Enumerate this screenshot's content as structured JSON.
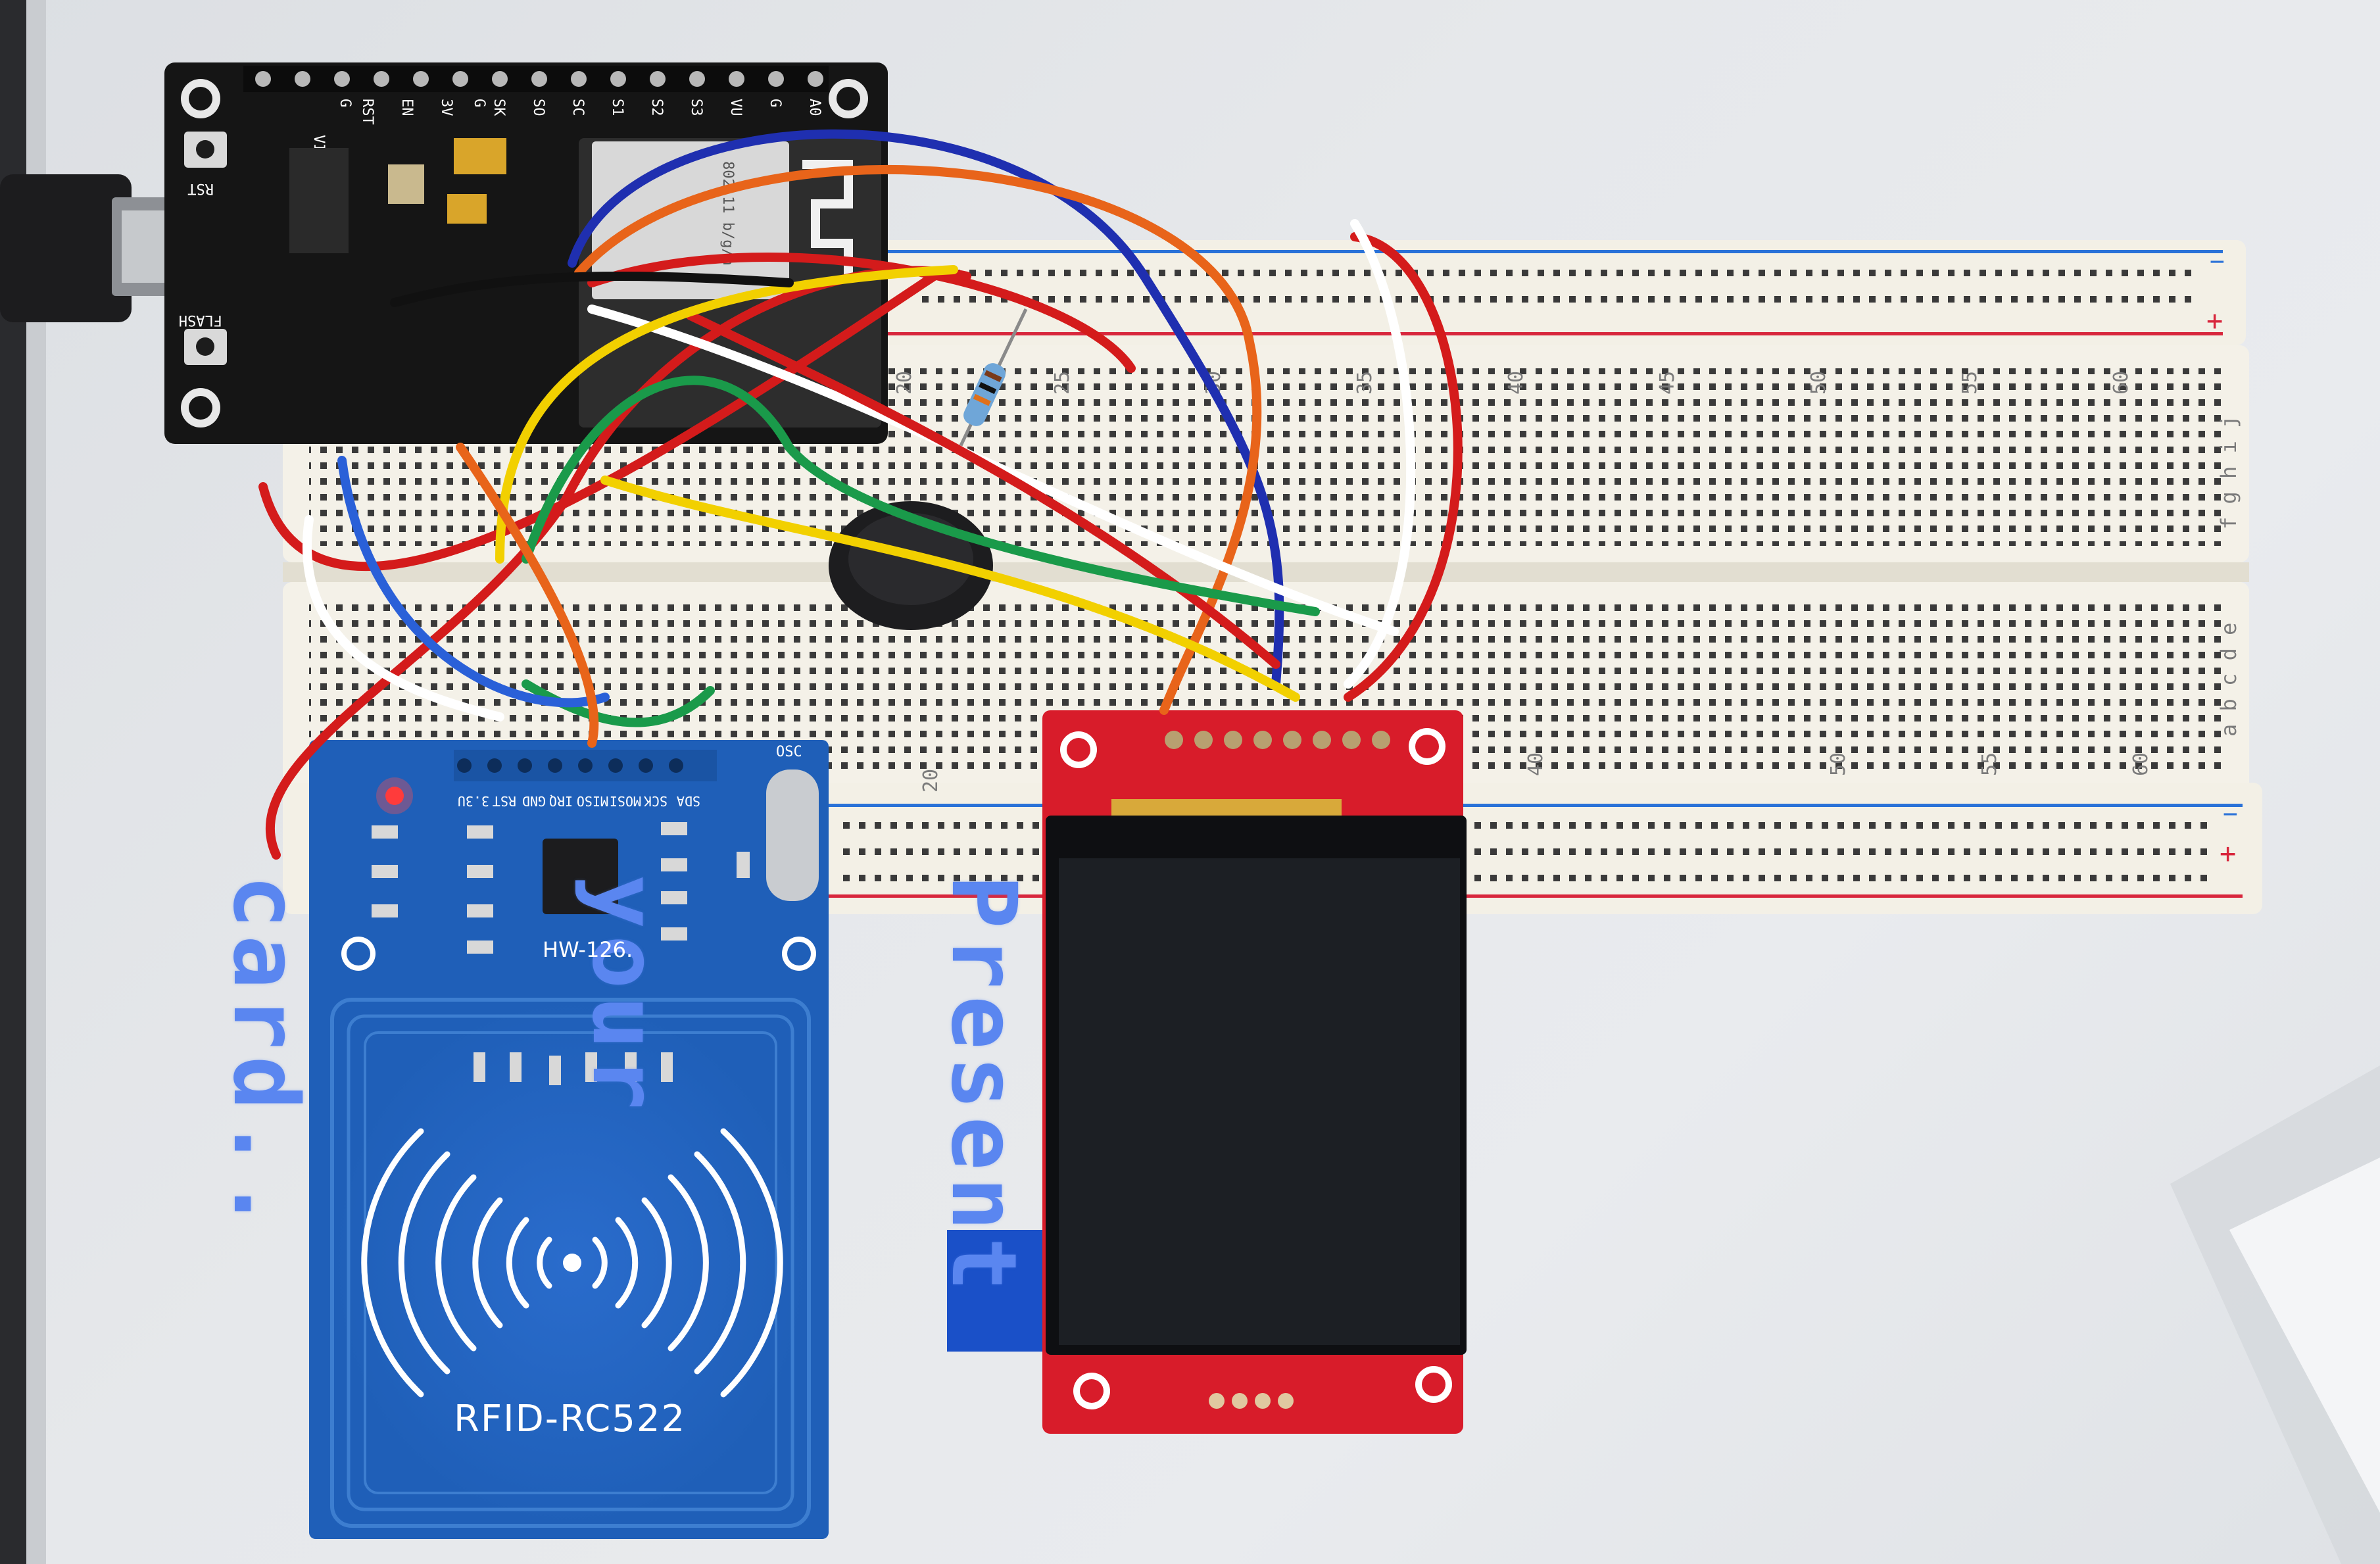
{
  "scene": {
    "tft_display": {
      "lines": [
        "Present",
        "your",
        "card.."
      ],
      "text_color": "#5a86f0",
      "screen_color": "#1c1f24",
      "board_color": "#d81c2a"
    },
    "rfid_module": {
      "name": "RFID-RC522",
      "model": "HW-126.",
      "pins": [
        "SDA",
        "SCK",
        "MOSI",
        "MISO",
        "IRQ",
        "GND",
        "RST",
        "3.3U"
      ],
      "osc_label": "OSC",
      "board_color": "#1f5fb8",
      "led_color": "#ff3030"
    },
    "nodemcu": {
      "chip_label": "802.11 b/g/n",
      "button_rst": "RST",
      "button_flash": "FLASH",
      "pin_labels_top": [
        "VIN",
        "G",
        "RST",
        "EN",
        "3V",
        "G",
        "SK",
        "SO",
        "SC",
        "S1",
        "S2",
        "S3",
        "VU",
        "G",
        "A0"
      ],
      "board_color": "#1a1a1a"
    },
    "breadboard": {
      "column_numbers_top": [
        "20",
        "25",
        "30",
        "35",
        "40",
        "45",
        "50",
        "55",
        "60"
      ],
      "column_numbers_bottom": [
        "20",
        "40",
        "50",
        "55",
        "60"
      ],
      "row_letters_upper": "f g h i j",
      "row_letters_lower": "a b c d e",
      "rail_plus": "+",
      "rail_minus": "−",
      "rail_red": "#d8263c",
      "rail_blue": "#2a72d8"
    },
    "wire_colors": [
      "#1f2fb0",
      "#e8641a",
      "#d41b1b",
      "#ffffff",
      "#f2d000",
      "#1a9a4a",
      "#2a60d8",
      "#111111"
    ]
  }
}
